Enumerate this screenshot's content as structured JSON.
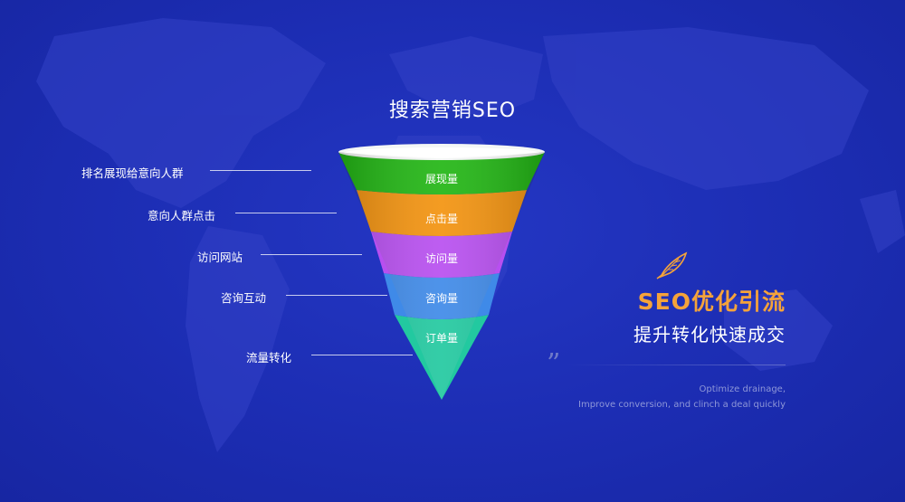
{
  "title": "搜索营销SEO",
  "funnel": {
    "layers": [
      {
        "label": "展现量",
        "color": "#22b614"
      },
      {
        "label": "点击量",
        "color": "#f3930f"
      },
      {
        "label": "访问量",
        "color": "#b84ff0"
      },
      {
        "label": "咨询量",
        "color": "#3f8ae8"
      },
      {
        "label": "订单量",
        "color": "#22c9a0"
      }
    ]
  },
  "side_labels": [
    "排名展现给意向人群",
    "意向人群点击",
    "访问网站",
    "咨询互动",
    "流量转化"
  ],
  "promo": {
    "title": "SEO优化引流",
    "subtitle": "提升转化快速成交",
    "quote": "”",
    "en_line1": "Optimize drainage,",
    "en_line2": "Improve conversion, and clinch a deal quickly",
    "accent_color": "#f5a33a"
  },
  "icons": {
    "feather": "feather-icon",
    "map": "world-map-background"
  }
}
